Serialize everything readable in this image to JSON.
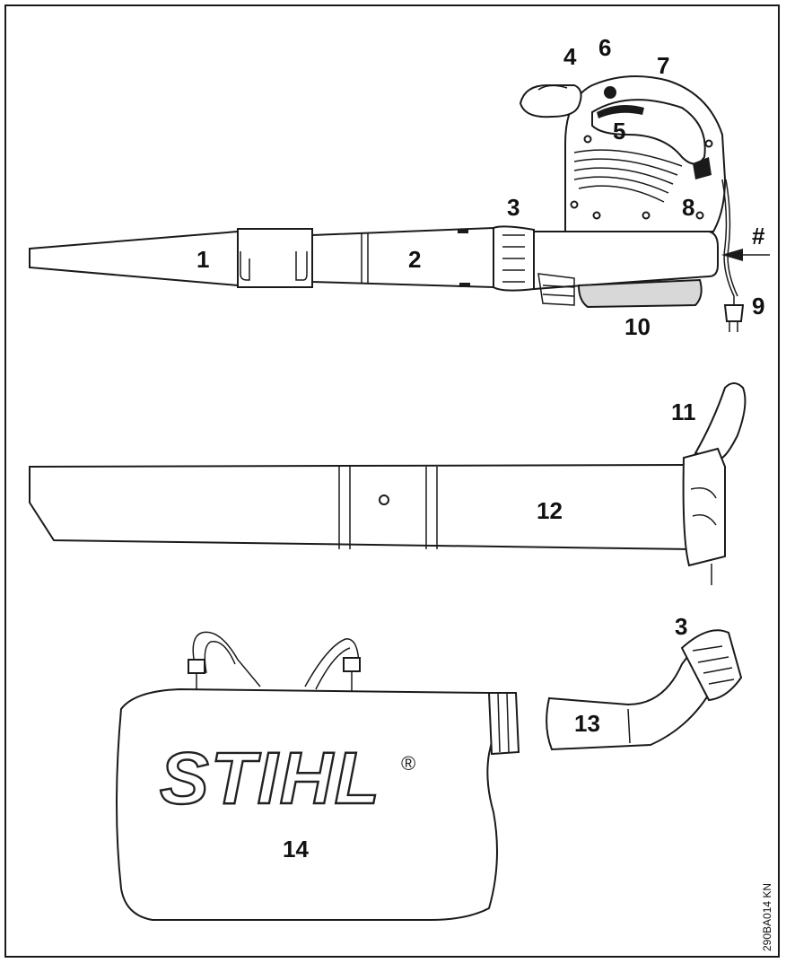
{
  "figure": {
    "labels": {
      "n1": "1",
      "n2": "2",
      "n3": "3",
      "n4": "4",
      "n5": "5",
      "n6": "6",
      "n7": "7",
      "n8": "8",
      "n9": "9",
      "n10": "10",
      "n11": "11",
      "n12": "12",
      "n13_3": "3",
      "n13": "13",
      "n14": "14",
      "hash": "#"
    },
    "logo_text": "STIHL",
    "registered_mark": "®",
    "code": "290BA014 KN"
  }
}
